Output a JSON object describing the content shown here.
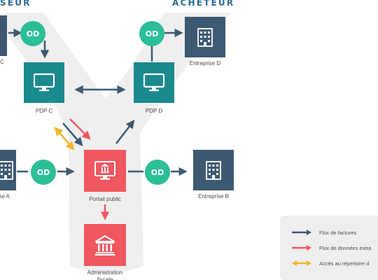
{
  "headers": {
    "vendeur": "SEUR",
    "acheteur": "ACHETEUR"
  },
  "nodes": {
    "entreprise_c": "C",
    "od": "OD",
    "entreprise_d": "Entreprise D",
    "pdp_c": "PDP C",
    "pdp_d": "PDP D",
    "entreprise_a": "rise A",
    "portail_public": "Portail public",
    "entreprise_b": "Entreprise B",
    "administration_line1": "Administration",
    "administration_line2": "fiscale"
  },
  "legend": {
    "items": [
      {
        "label": "Flux de factures",
        "color": "#3d5a72"
      },
      {
        "label": "Flux de données extra",
        "color": "#f0575f"
      },
      {
        "label": "Accès au répertoire d",
        "color": "#f0b429"
      }
    ]
  },
  "colors": {
    "navy": "#3d5a72",
    "teal": "#1a8a8f",
    "red": "#f0575f",
    "od_green": "#2bbf98",
    "shape_gray": "#efefef",
    "header_blue": "#2c6b8f",
    "yellow": "#f0b429"
  },
  "icons": {
    "enterprise": "office-building-icon",
    "platform": "monitor-icon",
    "portal": "bank-monitor-icon",
    "tax_admin": "bank-building-icon"
  }
}
